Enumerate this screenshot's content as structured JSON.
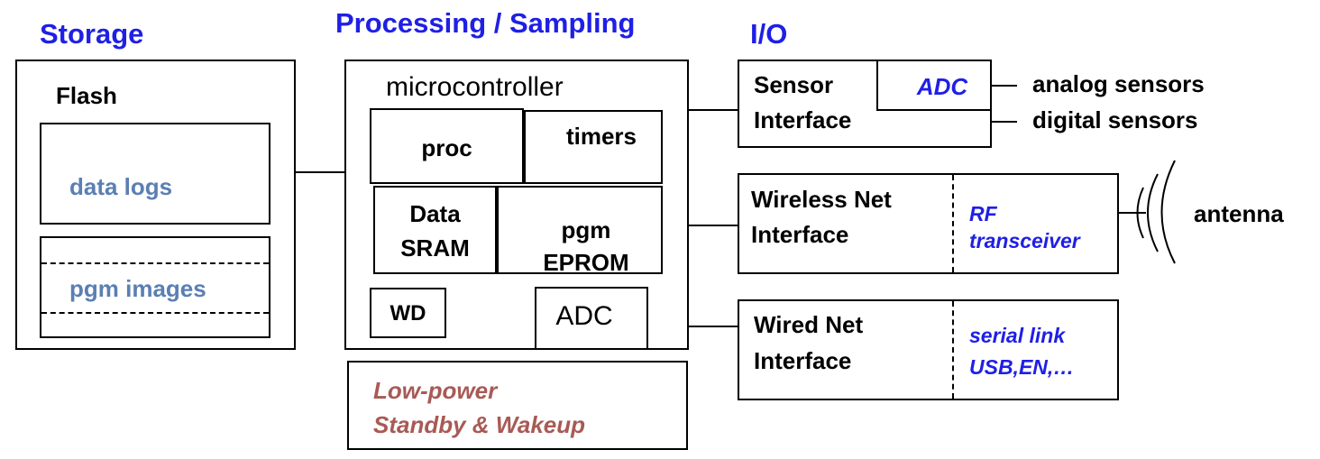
{
  "headers": {
    "storage": "Storage",
    "processing": "Processing / Sampling",
    "io": "I/O"
  },
  "storage": {
    "flash": "Flash",
    "data_logs": "data logs",
    "pgm_images": "pgm images"
  },
  "microcontroller": {
    "title": "microcontroller",
    "proc": "proc",
    "timers": "timers",
    "data_sram_line1": "Data",
    "data_sram_line2": "SRAM",
    "pgm_line1": "pgm",
    "pgm_line2": "EPROM",
    "wd": "WD",
    "adc": "ADC"
  },
  "low_power": {
    "line1": "Low-power",
    "line2": "Standby & Wakeup"
  },
  "sensor_interface": {
    "line1": "Sensor",
    "line2": "Interface",
    "adc": "ADC",
    "analog": "analog sensors",
    "digital": "digital sensors"
  },
  "wireless": {
    "line1": "Wireless Net",
    "line2": "Interface",
    "rf_line1": "RF",
    "rf_line2": "transceiver",
    "antenna": "antenna"
  },
  "wired": {
    "line1": "Wired Net",
    "line2": "Interface",
    "serial_line1": "serial link",
    "serial_line2": "USB,EN,…"
  },
  "colors": {
    "header_blue": "#1f1fe6",
    "steel_blue": "#5b7fb3",
    "low_power_red": "#a85a55"
  }
}
